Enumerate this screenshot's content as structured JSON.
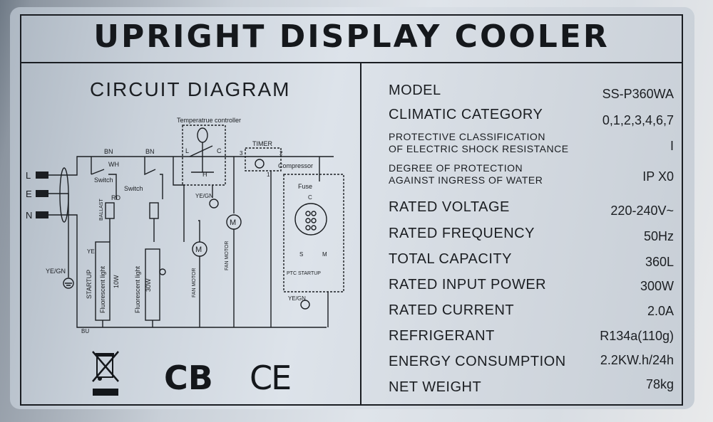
{
  "title": "UPRIGHT  DISPLAY COOLER",
  "circuit": {
    "heading": "CIRCUIT  DIAGRAM",
    "labels": {
      "L": "L",
      "E": "E",
      "N": "N",
      "ye_gn": "YE/GN",
      "temp_controller": "Temperatrue controller",
      "timer": "TIMER",
      "compressor": "Compressor",
      "fuse": "Fuse",
      "switch": "Switch",
      "ballast": "BALLAST",
      "startup": "STARTUP",
      "fluorescent": "Fluorescent light",
      "fan_motor": "FAN MOTOR",
      "ptc_startup": "PTC STARTUP",
      "bn": "BN",
      "wh": "WH",
      "rd": "RD",
      "ye": "YE",
      "bu": "BU",
      "w10": "10W",
      "w30": "30W",
      "ctrl_L": "L",
      "ctrl_C": "C",
      "ctrl_H": "H",
      "t3": "3",
      "t2": "2",
      "t1": "1",
      "c": "C",
      "s": "S",
      "m": "M"
    }
  },
  "specs": [
    {
      "label": "MODEL",
      "value": "SS-P360WA"
    },
    {
      "label": "CLIMATIC CATEGORY",
      "value": "0,1,2,3,4,6,7"
    },
    {
      "label1": "PROTECTIVE CLASSIFICATION",
      "label2": "OF ELECTRIC SHOCK RESISTANCE",
      "value": "I"
    },
    {
      "label1": "DEGREE OF PROTECTION",
      "label2": "AGAINST INGRESS OF WATER",
      "value": "IP X0"
    },
    {
      "label": "RATED VOLTAGE",
      "value": "220-240V~"
    },
    {
      "label": "RATED FREQUENCY",
      "value": "50Hz"
    },
    {
      "label": "TOTAL CAPACITY",
      "value": "360L"
    },
    {
      "label": "RATED INPUT POWER",
      "value": "300W"
    },
    {
      "label": "RATED CURRENT",
      "value": "2.0A"
    },
    {
      "label": "REFRIGERANT",
      "value": "R134a(110g)"
    },
    {
      "label": "ENERGY CONSUMPTION",
      "value": "2.2KW.h/24h"
    },
    {
      "label": "NET WEIGHT",
      "value": "78kg"
    }
  ],
  "marks": {
    "cb": "CB",
    "ce": "CE"
  }
}
